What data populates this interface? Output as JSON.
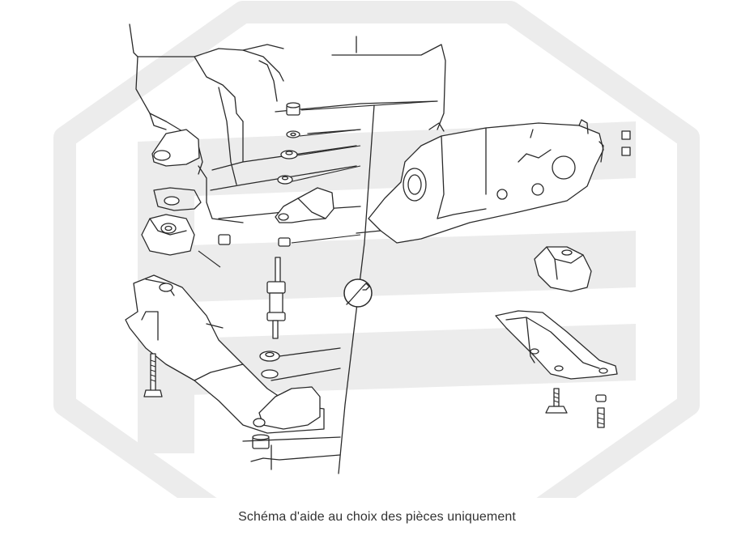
{
  "caption": "Schéma d'aide au choix des pièces uniquement",
  "colors": {
    "watermark": "#ececec",
    "line": "#2a2a2a",
    "caption_text": "#333333",
    "background": "#ffffff"
  },
  "watermark": {
    "icon": "hexagon-f-logo-watermark"
  },
  "diagram": {
    "parts": [
      "engine-block",
      "engine-mount-left",
      "engine-mount-right",
      "stacked-nuts-washers",
      "shock-absorber",
      "crossmember",
      "transmission",
      "transmission-mount",
      "transmission-bracket",
      "bolt-left",
      "bolt-right",
      "wrench-symbol"
    ]
  }
}
